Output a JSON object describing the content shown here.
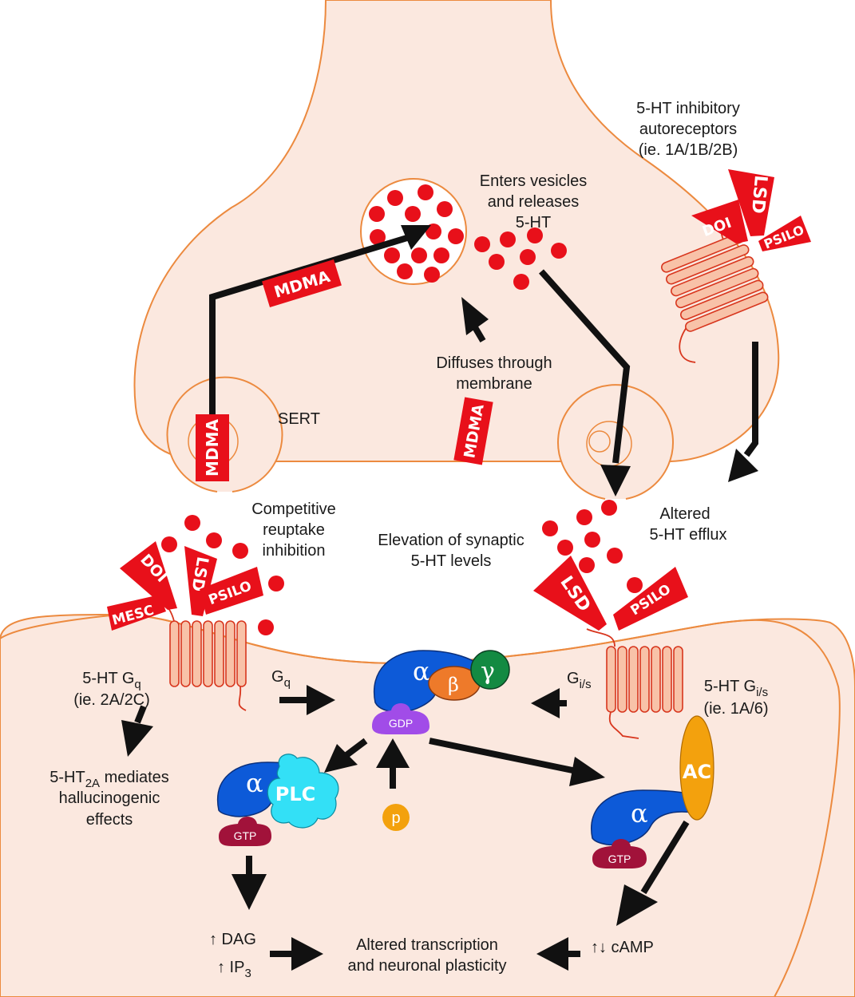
{
  "labels": {
    "autoreceptors": [
      "5-HT inhibitory",
      "autoreceptors",
      "(ie. 1A/1B/2B)"
    ],
    "enters_vesicles": [
      "Enters vesicles",
      "and releases",
      "5-HT"
    ],
    "diffuses": [
      "Diffuses through",
      "membrane"
    ],
    "sert": "SERT",
    "competitive": [
      "Competitive",
      "reuptake",
      "inhibition"
    ],
    "elevation": [
      "Elevation of synaptic",
      "5-HT levels"
    ],
    "efflux": [
      "Altered",
      "5-HT efflux"
    ],
    "gq_receptor": {
      "line1_prefix": "5-HT G",
      "line1_sub": "q",
      "line2": "(ie. 2A/2C)"
    },
    "gis_receptor": {
      "line1_prefix": "5-HT G",
      "line1_sub": "i/s",
      "line2": "(ie. 1A/6)"
    },
    "gq_arrow": {
      "main": "G",
      "sub": "q"
    },
    "gis_arrow": {
      "main": "G",
      "sub": "i/s"
    },
    "hallucinogenic": {
      "prefix": "5-HT",
      "sub": "2A",
      "suffix": " mediates",
      "line2": "hallucinogenic",
      "line3": "effects"
    },
    "dag": "↑ DAG",
    "ip3": {
      "prefix": "↑ IP",
      "sub": "3"
    },
    "camp": "↑↓ cAMP",
    "transcription": [
      "Altered transcription",
      "and neuronal plasticity"
    ]
  },
  "drugs": {
    "mdma": "MDMA",
    "lsd": "LSD",
    "doi": "DOI",
    "psilo": "PSILO",
    "mesc": "MESC"
  },
  "proteins": {
    "alpha": "α",
    "beta": "β",
    "gamma": "γ",
    "gdp": "GDP",
    "gtp": "GTP",
    "plc": "PLC",
    "ac": "AC",
    "p": "p"
  },
  "colors": {
    "membrane_fill": "#fbe8df",
    "membrane_stroke": "#ec8a3f",
    "drug_red": "#e8101a",
    "serotonin": "#e8101a",
    "receptor_fill": "#f8c2a8",
    "receptor_stroke": "#d8361e",
    "alpha_blue": "#0d5ad8",
    "beta_orange": "#ee7a2a",
    "gamma_green": "#138a42",
    "gdp_purple": "#a14ce8",
    "gtp_maroon": "#a1123a",
    "plc_cyan": "#33e0f6",
    "ac_orange": "#f3a10d",
    "arrow": "#111111"
  }
}
